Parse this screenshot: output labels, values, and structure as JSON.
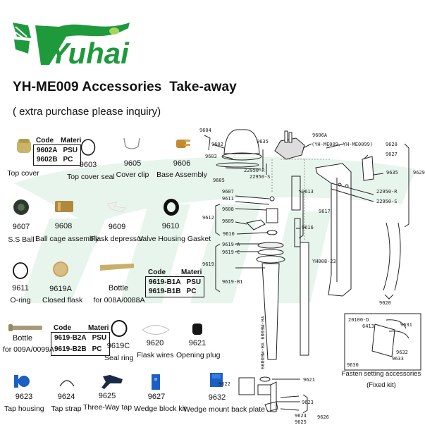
{
  "brand": {
    "logo_text": "Yuhai",
    "color": "#1e9a3c",
    "leaf_light": "#a8d45a"
  },
  "header": {
    "title": "YH-ME009 Accessories  Take-away",
    "subtitle": "( extra purchase please inquiry)"
  },
  "parts": [
    {
      "code": "",
      "name": "Top cover"
    },
    {
      "code": "9603",
      "name": "Top cover seal"
    },
    {
      "code": "9605",
      "name": "Cover clip"
    },
    {
      "code": "9606",
      "name": "Base Assembly"
    },
    {
      "code": "9607",
      "name": "S.S Ball"
    },
    {
      "code": "9608",
      "name": "Ball cage assembly"
    },
    {
      "code": "9609",
      "name": "Flask depressor"
    },
    {
      "code": "9610",
      "name": "Valve Housing Gasket"
    },
    {
      "code": "9611",
      "name": "O-ring"
    },
    {
      "code": "9619A",
      "name": "Closed flask"
    },
    {
      "code": "Bottle",
      "name": "for 008A/0088A"
    },
    {
      "code": "Bottle",
      "name": "for 009A/0099A"
    },
    {
      "code": "9619C",
      "name": "Seal ring"
    },
    {
      "code": "9620",
      "name": "Flask wires"
    },
    {
      "code": "9621",
      "name": "Opening plug"
    },
    {
      "code": "9623",
      "name": "Tap housing"
    },
    {
      "code": "9624",
      "name": "Tap strap"
    },
    {
      "code": "9625",
      "name": "Three-Way tap"
    },
    {
      "code": "9627",
      "name": "Wedge block kit"
    },
    {
      "code": "9632",
      "name": "Wedge mount back plate"
    }
  ],
  "code_tables": [
    {
      "header": [
        "Code",
        "Materi"
      ],
      "rows": [
        [
          "9602A",
          "PSU"
        ],
        [
          "9602B",
          "PC"
        ]
      ]
    },
    {
      "header": [
        "Code",
        "Materi"
      ],
      "rows": [
        [
          "9619-B1A",
          "PSU"
        ],
        [
          "9619-B1B",
          "PC"
        ]
      ]
    },
    {
      "header": [
        "Code",
        "Materi"
      ],
      "rows": [
        [
          "9619-B2A",
          "PSU"
        ],
        [
          "9619-B2B",
          "PC"
        ]
      ]
    }
  ],
  "diagram": {
    "labels": {
      "l9604": "9604",
      "l9602": "9602",
      "l9603": "9603",
      "l9605": "9605",
      "l9635a": "9635",
      "l22950r1": "22950-R",
      "l22950s1": "22950-S",
      "l9606a": "9606A",
      "l9606a_note": "(YH-ME009、YH-ME0099)",
      "l9628": "9628",
      "l9627": "9627",
      "l9635b": "9635",
      "l9629": "9629",
      "l22950r2": "22950-R",
      "l22950s2": "22950-S",
      "l9607": "9607",
      "l9611": "9611",
      "l9608": "9608",
      "l9609": "9609",
      "l9610": "9610",
      "l9612": "9612",
      "l9613": "9613",
      "l9616": "9616",
      "l9617": "9617",
      "l9619a": "9619-A",
      "l9619c": "9619-C",
      "l9619": "9619",
      "l9619b1": "9619-B1",
      "lyh00823": "YH008-23",
      "l9020": "9020",
      "flask_text": "YH-ME009  YH-ME0099",
      "l9622": "9622",
      "l9621": "9621",
      "l9623": "9623",
      "l9624": "9624",
      "l9625": "9625",
      "l9626": "9626"
    },
    "fasten_kit": {
      "labels": {
        "l20100d": "20100-D",
        "l6413": "6413",
        "l9631": "9631",
        "l9632": "9632",
        "l9633": "9633",
        "l9630": "9630"
      },
      "caption_line1": "Fasten setting accessories",
      "caption_line2": "(Fixed kit)"
    }
  },
  "colors": {
    "watermark": "#7fc99a",
    "part_blue": "#1c5fc4",
    "brass": "#c7a24a"
  }
}
